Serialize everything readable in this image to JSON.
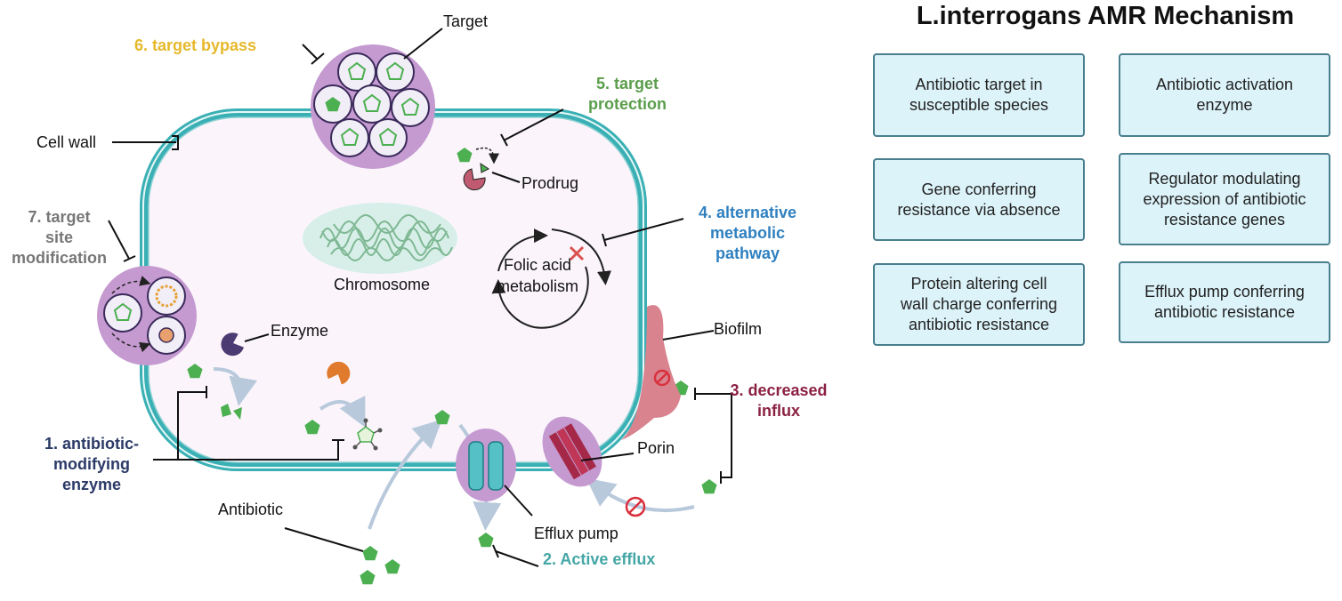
{
  "title": "L.interrogans AMR Mechanism",
  "labels": {
    "target": "Target",
    "cell_wall": "Cell wall",
    "prodrug": "Prodrug",
    "chromosome": "Chromosome",
    "folic_acid": "Folic acid\nmetabolism",
    "enzyme": "Enzyme",
    "biofilm": "Biofilm",
    "porin": "Porin",
    "antibiotic": "Antibiotic",
    "efflux_pump": "Efflux pump"
  },
  "mechanisms": [
    {
      "text": "1. antibiotic-\nmodifying\nenzyme",
      "color": "#2b3a67"
    },
    {
      "text": "2. Active efflux",
      "color": "#45a6a6"
    },
    {
      "text": "3. decreased\ninflux",
      "color": "#8b2142"
    },
    {
      "text": "4. alternative\nmetabolic\npathway",
      "color": "#2f80c0"
    },
    {
      "text": "5. target\nprotection",
      "color": "#5a9e4b"
    },
    {
      "text": "6. target bypass",
      "color": "#e6b82a"
    },
    {
      "text": "7. target\nsite\nmodification",
      "color": "#777777"
    }
  ],
  "legend": [
    "Antibiotic target in\nsusceptible species",
    "Antibiotic activation\nenzyme",
    "Gene conferring\nresistance via absence",
    "Regulator modulating\nexpression of antibiotic\nresistance genes",
    "Protein altering cell\nwall charge conferring\nantibiotic resistance",
    "Efflux pump conferring\nantibiotic resistance"
  ],
  "colors": {
    "cell_wall": "#3ab0b5",
    "cytoplasm": "#fbf5fb",
    "antibiotic": "#4caf50",
    "target_cluster": "#c49ad0",
    "card_bg": "#dcf3f9",
    "card_border": "#4a7f8e"
  }
}
